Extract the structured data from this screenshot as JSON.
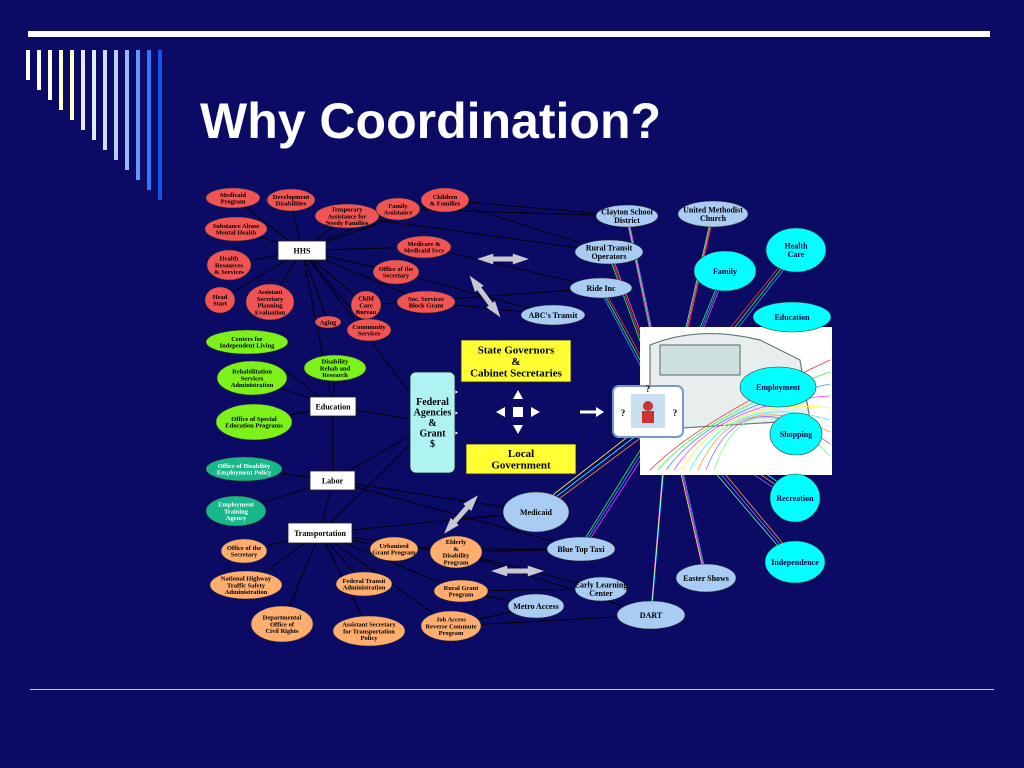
{
  "title": "Why Coordination?",
  "colors": {
    "background": "#0b0b66",
    "red": "#f25454",
    "green": "#7cf21a",
    "teal": "#19b88a",
    "orange": "#ffae70",
    "lightblue": "#a8ccf2",
    "cyan": "#00ffff",
    "yellow": "#ffff33",
    "agencyBox": "#aef2f2"
  },
  "nodes": [
    {
      "id": "medicaid-program",
      "shape": "ellipse",
      "color": "red",
      "lines": [
        "Medicaid",
        "Program"
      ]
    },
    {
      "id": "development-disabilities",
      "shape": "ellipse",
      "color": "red",
      "lines": [
        "Development",
        "Disabilities"
      ]
    },
    {
      "id": "temporary-assistance",
      "shape": "ellipse",
      "color": "red",
      "lines": [
        "Temporary",
        "Assistance for",
        "Needy Families"
      ]
    },
    {
      "id": "family-assistance",
      "shape": "ellipse",
      "color": "red",
      "lines": [
        "Family",
        "Assistance"
      ]
    },
    {
      "id": "children-families",
      "shape": "ellipse",
      "color": "red",
      "lines": [
        "Children",
        "& Families"
      ]
    },
    {
      "id": "substance-abuse",
      "shape": "ellipse",
      "color": "red",
      "lines": [
        "Substance Abuse",
        "Mental Health"
      ]
    },
    {
      "id": "medicare-medicaid",
      "shape": "ellipse",
      "color": "red",
      "lines": [
        "Medicare &",
        "Medicaid Svcs"
      ]
    },
    {
      "id": "health-resources",
      "shape": "ellipse",
      "color": "red",
      "lines": [
        "Health",
        "Resources",
        "& Services"
      ]
    },
    {
      "id": "office-secretary-hhs",
      "shape": "ellipse",
      "color": "red",
      "lines": [
        "Office of the",
        "Secretary"
      ]
    },
    {
      "id": "head-start",
      "shape": "ellipse",
      "color": "red",
      "lines": [
        "Head",
        "Start"
      ]
    },
    {
      "id": "assistant-secretary-planning",
      "shape": "ellipse",
      "color": "red",
      "lines": [
        "Assistant",
        "Secretary",
        "Planning",
        "Evaluation"
      ]
    },
    {
      "id": "child-care-bureau",
      "shape": "ellipse",
      "color": "red",
      "lines": [
        "Child",
        "Care",
        "Bureau"
      ]
    },
    {
      "id": "soc-services",
      "shape": "ellipse",
      "color": "red",
      "lines": [
        "Soc. Services",
        "Block Grant"
      ]
    },
    {
      "id": "aging",
      "shape": "ellipse",
      "color": "red",
      "lines": [
        "Aging"
      ]
    },
    {
      "id": "community-services",
      "shape": "ellipse",
      "color": "red",
      "lines": [
        "Community",
        "Services"
      ]
    },
    {
      "id": "centers-independent-living",
      "shape": "ellipse",
      "color": "green",
      "lines": [
        "Centers for",
        "Independent Living"
      ]
    },
    {
      "id": "disability-rehab",
      "shape": "ellipse",
      "color": "green",
      "lines": [
        "Disability",
        "Rehab and",
        "Research"
      ]
    },
    {
      "id": "rehabilitation-services",
      "shape": "ellipse",
      "color": "green",
      "lines": [
        "Rehabilitation",
        "Services",
        "Administration"
      ]
    },
    {
      "id": "office-special-education",
      "shape": "ellipse",
      "color": "green",
      "lines": [
        "Office of Special",
        "Education Programs"
      ]
    },
    {
      "id": "office-disability-employment",
      "shape": "ellipse",
      "color": "teal",
      "lines": [
        "Office of Disability",
        "Employment Policy"
      ]
    },
    {
      "id": "employment-training",
      "shape": "ellipse",
      "color": "teal",
      "lines": [
        "Employment",
        "Training",
        "Agency"
      ]
    },
    {
      "id": "office-secretary-dot",
      "shape": "ellipse",
      "color": "orange",
      "lines": [
        "Office of the",
        "Secretary"
      ]
    },
    {
      "id": "urbanized-grant",
      "shape": "ellipse",
      "color": "orange",
      "lines": [
        "Urbanized",
        "Grant Program"
      ]
    },
    {
      "id": "elderly-disability",
      "shape": "ellipse",
      "color": "orange",
      "lines": [
        "Elderly",
        "&",
        "Disability",
        "Program"
      ]
    },
    {
      "id": "nhtsa",
      "shape": "ellipse",
      "color": "orange",
      "lines": [
        "National Highway",
        "Traffic Safety",
        "Administration"
      ]
    },
    {
      "id": "federal-transit",
      "shape": "ellipse",
      "color": "orange",
      "lines": [
        "Federal Transit",
        "Administration"
      ]
    },
    {
      "id": "rural-grant",
      "shape": "ellipse",
      "color": "orange",
      "lines": [
        "Rural Grant",
        "Program"
      ]
    },
    {
      "id": "civil-rights",
      "shape": "ellipse",
      "color": "orange",
      "lines": [
        "Departmental",
        "Office of",
        "Civil Rights"
      ]
    },
    {
      "id": "assistant-secretary-transportation",
      "shape": "ellipse",
      "color": "orange",
      "lines": [
        "Assistant Secretary",
        "for Transportation",
        "Policy"
      ]
    },
    {
      "id": "job-access",
      "shape": "ellipse",
      "color": "orange",
      "lines": [
        "Job Access",
        "Reverse Commute",
        "Program"
      ]
    },
    {
      "id": "hhs",
      "shape": "box",
      "lines": [
        "HHS"
      ]
    },
    {
      "id": "education",
      "shape": "box",
      "lines": [
        "Education"
      ]
    },
    {
      "id": "labor",
      "shape": "box",
      "lines": [
        "Labor"
      ]
    },
    {
      "id": "transportation",
      "shape": "box",
      "lines": [
        "Transportation"
      ]
    },
    {
      "id": "clayton-school",
      "shape": "ellipse",
      "color": "lightblue",
      "lines": [
        "Clayton School",
        "District"
      ]
    },
    {
      "id": "united-methodist",
      "shape": "ellipse",
      "color": "lightblue",
      "lines": [
        "United Methodist",
        "Church"
      ]
    },
    {
      "id": "rural-transit",
      "shape": "ellipse",
      "color": "lightblue",
      "lines": [
        "Rural Transit",
        "Operators"
      ]
    },
    {
      "id": "ride-inc",
      "shape": "ellipse",
      "color": "lightblue",
      "lines": [
        "Ride Inc"
      ]
    },
    {
      "id": "abcs-transit",
      "shape": "ellipse",
      "color": "lightblue",
      "lines": [
        "ABC's Transit"
      ]
    },
    {
      "id": "medicaid",
      "shape": "ellipse",
      "color": "lightblue",
      "lines": [
        "Medicaid"
      ]
    },
    {
      "id": "blue-top-taxi",
      "shape": "ellipse",
      "color": "lightblue",
      "lines": [
        "Blue Top Taxi"
      ]
    },
    {
      "id": "early-learning",
      "shape": "ellipse",
      "color": "lightblue",
      "lines": [
        "Early Learning",
        "Center"
      ]
    },
    {
      "id": "easter-shows",
      "shape": "ellipse",
      "color": "lightblue",
      "lines": [
        "Easter Shows"
      ]
    },
    {
      "id": "metro-access",
      "shape": "ellipse",
      "color": "lightblue",
      "lines": [
        "Metro Access"
      ]
    },
    {
      "id": "dart",
      "shape": "ellipse",
      "color": "lightblue",
      "lines": [
        "DART"
      ]
    },
    {
      "id": "health-care",
      "shape": "ellipse",
      "color": "cyan",
      "lines": [
        "Health",
        "Care"
      ]
    },
    {
      "id": "family",
      "shape": "ellipse",
      "color": "cyan",
      "lines": [
        "Family"
      ]
    },
    {
      "id": "education-need",
      "shape": "ellipse",
      "color": "cyan",
      "lines": [
        "Education"
      ]
    },
    {
      "id": "employment",
      "shape": "ellipse",
      "color": "cyan",
      "lines": [
        "Employment"
      ]
    },
    {
      "id": "shopping",
      "shape": "ellipse",
      "color": "cyan",
      "lines": [
        "Shopping"
      ]
    },
    {
      "id": "recreation",
      "shape": "ellipse",
      "color": "cyan",
      "lines": [
        "Recreation"
      ]
    },
    {
      "id": "independence",
      "shape": "ellipse",
      "color": "cyan",
      "lines": [
        "Independence"
      ]
    },
    {
      "id": "state-governors",
      "shape": "box",
      "color": "yellow",
      "lines": [
        "State Governors",
        "&",
        "Cabinet Secretaries"
      ]
    },
    {
      "id": "local-government",
      "shape": "box",
      "color": "yellow",
      "lines": [
        "Local",
        "Government"
      ]
    },
    {
      "id": "federal-agencies",
      "shape": "box",
      "color": "agencyBox",
      "lines": [
        "Federal",
        "Agencies",
        "&",
        "Grant",
        "$"
      ]
    },
    {
      "id": "rider",
      "shape": "box",
      "lines": [
        "?",
        "?",
        "?"
      ]
    }
  ],
  "edges": [
    [
      "medicaid-program",
      "hhs"
    ],
    [
      "development-disabilities",
      "hhs"
    ],
    [
      "temporary-assistance",
      "hhs"
    ],
    [
      "family-assistance",
      "hhs"
    ],
    [
      "children-families",
      "hhs"
    ],
    [
      "substance-abuse",
      "hhs"
    ],
    [
      "medicare-medicaid",
      "hhs"
    ],
    [
      "health-resources",
      "hhs"
    ],
    [
      "office-secretary-hhs",
      "hhs"
    ],
    [
      "head-start",
      "hhs"
    ],
    [
      "assistant-secretary-planning",
      "hhs"
    ],
    [
      "child-care-bureau",
      "hhs"
    ],
    [
      "soc-services",
      "hhs"
    ],
    [
      "aging",
      "hhs"
    ],
    [
      "community-services",
      "hhs"
    ],
    [
      "centers-independent-living",
      "education"
    ],
    [
      "disability-rehab",
      "education"
    ],
    [
      "rehabilitation-services",
      "education"
    ],
    [
      "office-special-education",
      "education"
    ],
    [
      "office-disability-employment",
      "labor"
    ],
    [
      "employment-training",
      "labor"
    ],
    [
      "office-secretary-dot",
      "transportation"
    ],
    [
      "urbanized-grant",
      "transportation"
    ],
    [
      "elderly-disability",
      "transportation"
    ],
    [
      "nhtsa",
      "transportation"
    ],
    [
      "federal-transit",
      "transportation"
    ],
    [
      "rural-grant",
      "transportation"
    ],
    [
      "civil-rights",
      "transportation"
    ],
    [
      "assistant-secretary-transportation",
      "transportation"
    ],
    [
      "job-access",
      "transportation"
    ],
    [
      "hhs",
      "education"
    ],
    [
      "education",
      "labor"
    ],
    [
      "labor",
      "transportation"
    ],
    [
      "hhs",
      "federal-agencies"
    ],
    [
      "education",
      "federal-agencies"
    ],
    [
      "labor",
      "federal-agencies"
    ],
    [
      "transportation",
      "federal-agencies"
    ],
    [
      "children-families",
      "clayton-school"
    ],
    [
      "children-families",
      "rural-transit"
    ],
    [
      "family-assistance",
      "clayton-school"
    ],
    [
      "temporary-assistance",
      "rural-transit"
    ],
    [
      "medicare-medicaid",
      "ride-inc"
    ],
    [
      "soc-services",
      "abcs-transit"
    ],
    [
      "office-secretary-hhs",
      "abcs-transit"
    ],
    [
      "child-care-bureau",
      "ride-inc"
    ],
    [
      "labor",
      "medicaid"
    ],
    [
      "labor",
      "blue-top-taxi"
    ],
    [
      "transportation",
      "medicaid"
    ],
    [
      "elderly-disability",
      "blue-top-taxi"
    ],
    [
      "elderly-disability",
      "early-learning"
    ],
    [
      "rural-grant",
      "metro-access"
    ],
    [
      "job-access",
      "dart"
    ],
    [
      "urbanized-grant",
      "blue-top-taxi"
    ],
    [
      "rural-grant",
      "early-learning"
    ],
    [
      "job-access",
      "metro-access"
    ],
    [
      "elderly-disability",
      "dart"
    ]
  ],
  "arrows": [
    {
      "id": "arrow-hhs-transit",
      "kind": "double"
    },
    {
      "id": "arrow-hhs-transit-2",
      "kind": "double"
    },
    {
      "id": "arrow-dot-transit",
      "kind": "double"
    },
    {
      "id": "arrow-dot-transit-2",
      "kind": "double"
    }
  ]
}
